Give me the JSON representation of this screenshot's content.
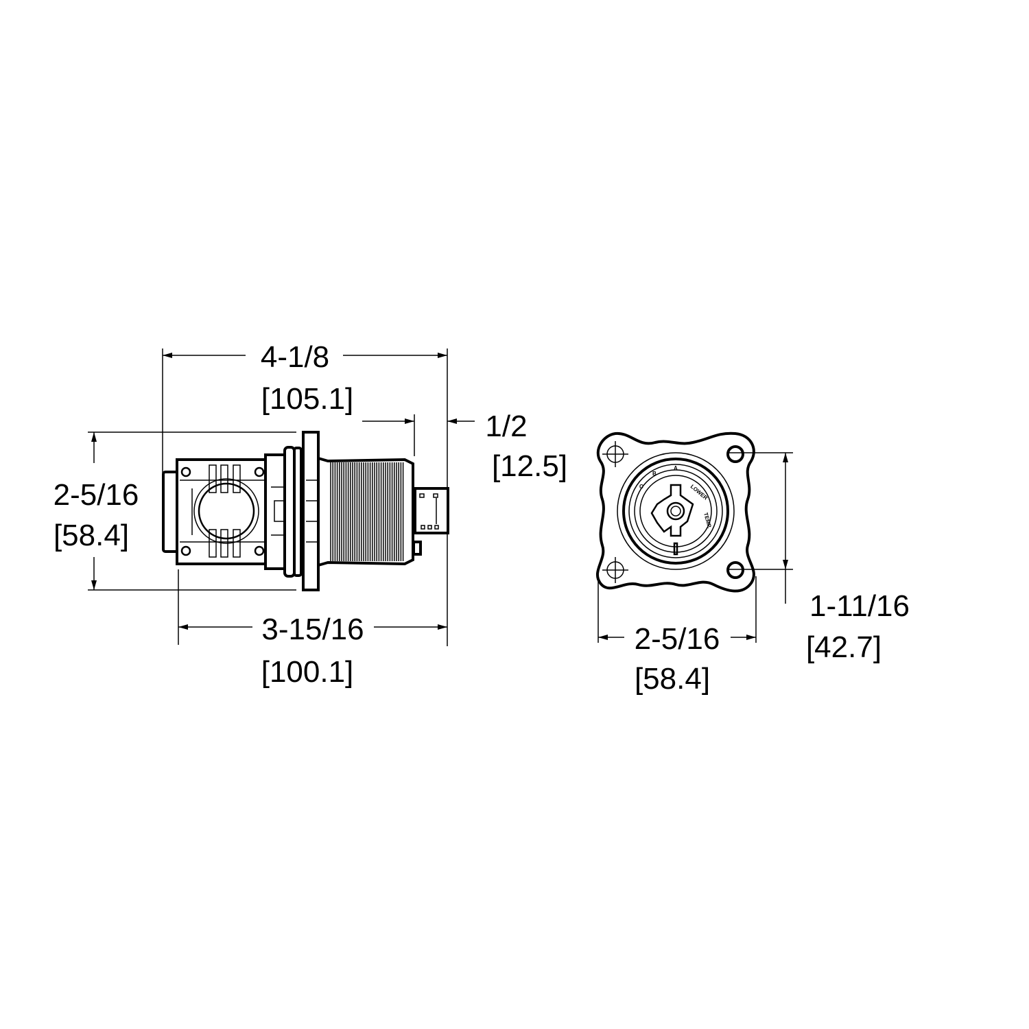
{
  "side_view": {
    "overall_length": {
      "fraction": "4-1/8",
      "metric": "[105.1]"
    },
    "body_length": {
      "fraction": "3-15/16",
      "metric": "[100.1]"
    },
    "height": {
      "fraction": "2-5/16",
      "metric": "[58.4]"
    },
    "stem_length": {
      "fraction": "1/2",
      "metric": "[12.5]"
    }
  },
  "front_view": {
    "width": {
      "fraction": "2-5/16",
      "metric": "[58.4]"
    },
    "hole_spacing": {
      "fraction": "1-11/16",
      "metric": "[42.7]"
    },
    "dial_labels": {
      "c": "C",
      "b": "B",
      "a": "A",
      "lower": "LOWER",
      "temp": "TEMP."
    }
  }
}
